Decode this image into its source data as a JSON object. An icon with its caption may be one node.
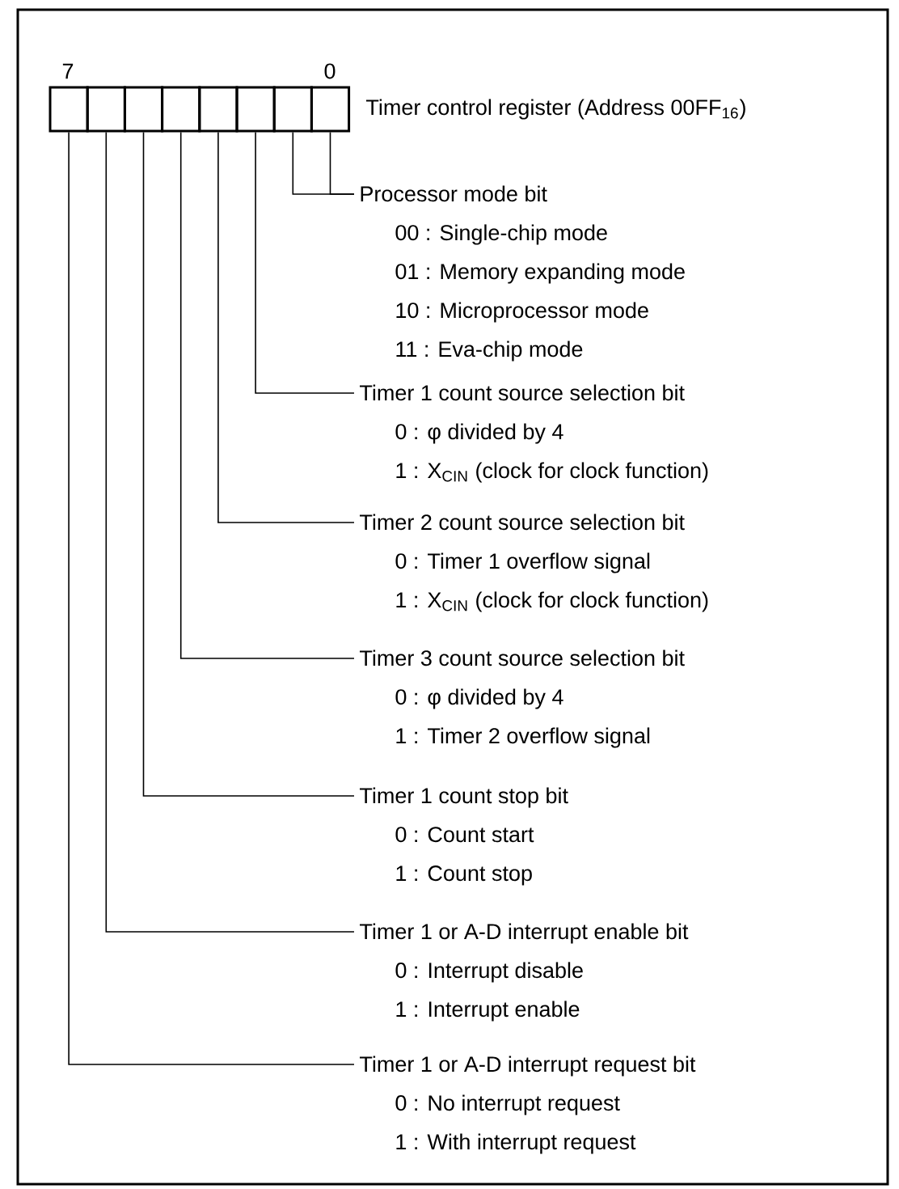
{
  "diagram": {
    "nodes": [
      {
        "text": [],
        "shape": "box"
      },
      {
        "text": [],
        "shape": "box"
      },
      {
        "text": [],
        "shape": "box"
      },
      {
        "text": [],
        "shape": "box"
      },
      {
        "text": [],
        "shape": "box"
      },
      {
        "text": [],
        "shape": "box"
      },
      {
        "text": [],
        "shape": "box"
      },
      {
        "text": [],
        "shape": "box"
      },
      {
        "text": [
          "Processor mode bit",
          "00 : Single-chip mode",
          "01 : Memory expanding mode",
          "10 : Microprocessor mode",
          "11 : Eva-chip mode"
        ]
      },
      {
        "text": [
          "Timer 1 count source selection bit",
          "0 : φ divided by 4",
          "1 : X$_{CIN}$ (clock for clock function)"
        ]
      },
      {
        "text": [
          "Timer 2 count source selection bit",
          "0 : Timer 1 overflow signal",
          "1 : X$_{CIN}$ (clock for clock function)"
        ]
      },
      {
        "text": [
          "Timer 3 count source selection bit",
          "0 : φ divided by 4",
          "1 : Timer 2 overflow signal"
        ]
      },
      {
        "text": [
          "Timer 1 count stop bit",
          "0 : Count start",
          "1 : Count stop"
        ]
      },
      {
        "text": [
          "Timer 1 or A-D interrupt enable bit",
          "0 : Interrupt disable",
          "1 : Interrupt enable"
        ]
      },
      {
        "text": [
          "Timer 1 or A-D interrupt request bit",
          "0 : No interrupt request",
          "1 : With interrupt request"
        ]
      }
    ],
    "edges": [
      {
        "from": 8,
        "to": 6,
        "arrow": "none"
      },
      {
        "from": 8,
        "to": 7,
        "arrow": "none"
      },
      {
        "from": 9,
        "to": 5,
        "arrow": "none"
      },
      {
        "from": 10,
        "to": 4,
        "arrow": "none"
      },
      {
        "from": 11,
        "to": 3,
        "arrow": "none"
      },
      {
        "from": 12,
        "to": 2,
        "arrow": "none"
      },
      {
        "from": 13,
        "to": 1,
        "arrow": "none"
      },
      {
        "from": 14,
        "to": 0,
        "arrow": "none"
      }
    ],
    "labels": [
      "7",
      "0",
      "Timer control register (Address 00FF$_{16}$)"
    ]
  }
}
